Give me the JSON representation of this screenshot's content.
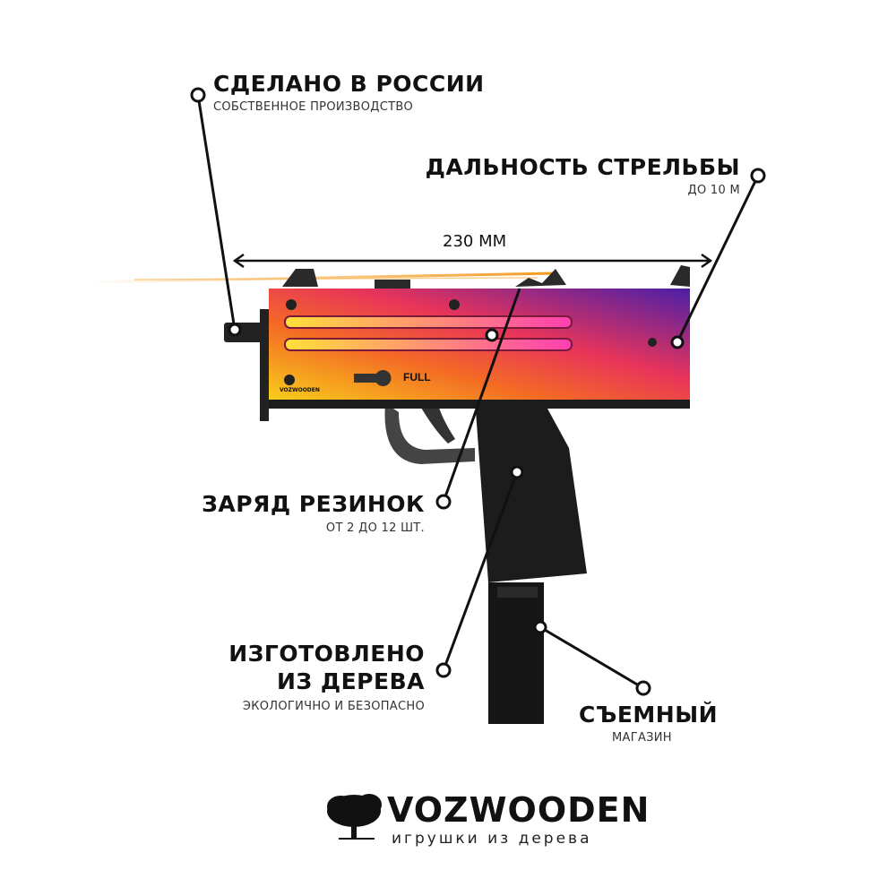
{
  "callouts": {
    "made_in": {
      "title": "СДЕЛАНО В РОССИИ",
      "subtitle": "СОБСТВЕННОЕ ПРОИЗВОДСТВО"
    },
    "range": {
      "title": "ДАЛЬНОСТЬ СТРЕЛЬБЫ",
      "subtitle": "ДО 10 М"
    },
    "charge": {
      "title": "ЗАРЯД РЕЗИНОК",
      "subtitle": "ОТ 2 ДО 12 ШТ."
    },
    "wood": {
      "title_line1": "ИЗГОТОВЛЕНО",
      "title_line2": "ИЗ ДЕРЕВА",
      "subtitle": "ЭКОЛОГИЧНО И БЕЗОПАСНО"
    },
    "magazine": {
      "title": "СЪЕМНЫЙ",
      "subtitle": "МАГАЗИН"
    }
  },
  "dimension": {
    "label": "230 ММ"
  },
  "gun": {
    "mode_label": "FULL",
    "engraving": "VOZWOODEN"
  },
  "brand": {
    "name": "VOZWOODEN",
    "tagline": "игрушки из дерева"
  },
  "colors": {
    "gradient_start": "#f7d21a",
    "gradient_mid": "#f2452e",
    "gradient_end": "#5a1fa8",
    "body": "#1c1c1c",
    "tracer": "#f39a1c"
  }
}
